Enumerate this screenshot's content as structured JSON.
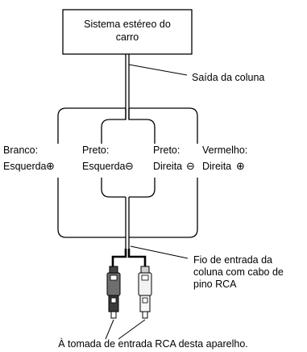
{
  "unit_box": {
    "line1": "Sistema estéreo do",
    "line2": "carro"
  },
  "callouts": {
    "speaker_output": "Saída da coluna",
    "input_wire_line1": "Fio de entrada da",
    "input_wire_line2": "coluna com cabo de",
    "input_wire_line3": "pino RCA"
  },
  "wires": [
    {
      "color_label": "Branco:",
      "side_label": "Esquerda",
      "polarity": "⊕"
    },
    {
      "color_label": "Preto:",
      "side_label": "Esquerda",
      "polarity": "⊖"
    },
    {
      "color_label": "Preto:",
      "side_label": "Direita",
      "polarity": "⊖"
    },
    {
      "color_label": "Vermelho:",
      "side_label": "Direita",
      "polarity": "⊕"
    }
  ],
  "bottom_note": "À tomada de entrada RCA desta aparelho."
}
